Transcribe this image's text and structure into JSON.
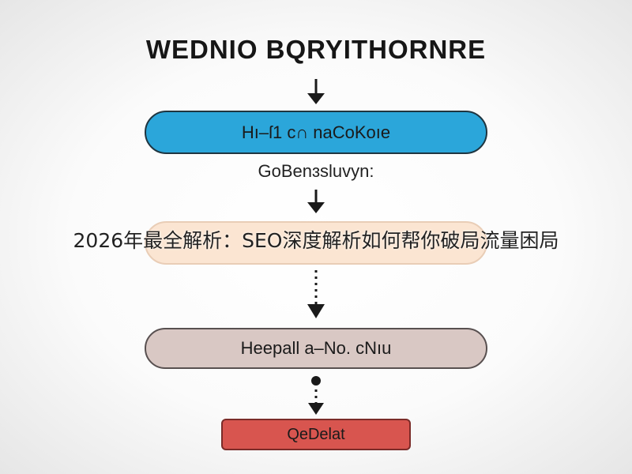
{
  "title": "WEDNIO BQRYITHORNRE",
  "steps": [
    {
      "label": "Hı–ſ1 c∩ naCoKoıe",
      "fill": "#2ba6da"
    },
    {
      "label": "",
      "fill": "#fbe5d2"
    },
    {
      "label": "Heepall a–No. cNıu",
      "fill": "#d9c8c4"
    },
    {
      "label": "QeDelat",
      "fill": "#d8554f"
    }
  ],
  "connector_label": "GoBenɜsluvyn:",
  "overlay_text": "2026年最全解析：SEO深度解析如何帮你破局流量困局"
}
